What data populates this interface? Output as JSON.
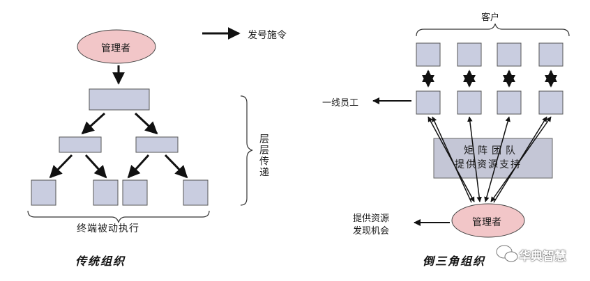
{
  "traditional": {
    "manager_label": "管理者",
    "command_label": "发号施令",
    "layers_label": "层层传递",
    "executes_label": "终端被动执行",
    "caption": "传统组织"
  },
  "inverted": {
    "customer_label": "客户",
    "frontline_label": "一线员工",
    "matrix_team_label": "矩阵团队",
    "provide_support_label": "提供资源支持",
    "manager_label": "管理者",
    "provide_resources_label": "提供资源",
    "find_opportunities_label": "发现机会",
    "caption": "倒三角组织"
  },
  "watermark": "华典智慧",
  "colors": {
    "ellipse_fill": "#f2c6c8",
    "box_fill": "#c9cde0",
    "box_stroke": "#555555",
    "matrix_fill": "#c4c6d6"
  }
}
